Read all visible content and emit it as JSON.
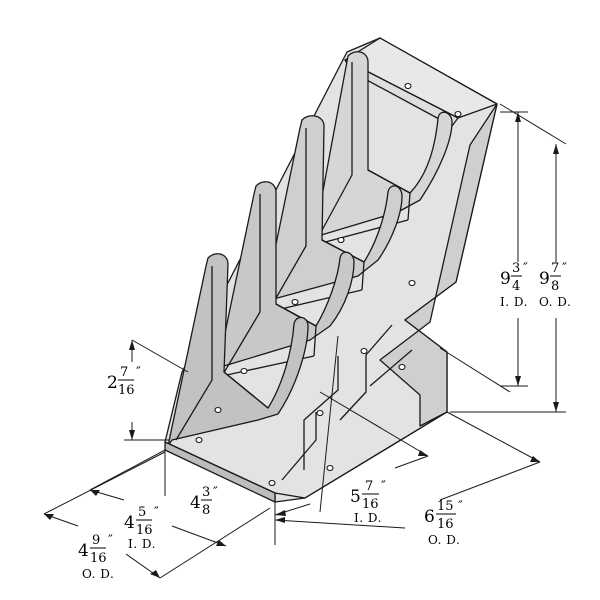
{
  "drawing": {
    "subject": "4-tier brochure holder",
    "colors": {
      "line": "#1a1a1a",
      "panel_fill": "#d9d9d9",
      "panel_fill_dark": "#c4c4c4",
      "background": "#ffffff"
    }
  },
  "dimensions": {
    "height_id": {
      "whole": "9",
      "num": "3",
      "den": "4",
      "unit": "″",
      "label": "I. D."
    },
    "height_od": {
      "whole": "9",
      "num": "7",
      "den": "8",
      "unit": "″",
      "label": "O. D."
    },
    "pocket_height": {
      "whole": "2",
      "num": "7",
      "den": "16",
      "unit": "″"
    },
    "pocket_width": {
      "whole": "4",
      "num": "3",
      "den": "8",
      "unit": "″"
    },
    "width_id": {
      "whole": "4",
      "num": "5",
      "den": "16",
      "unit": "″",
      "label": "I. D."
    },
    "width_od": {
      "whole": "4",
      "num": "9",
      "den": "16",
      "unit": "″",
      "label": "O. D."
    },
    "depth_id": {
      "whole": "5",
      "num": "7",
      "den": "16",
      "unit": "″",
      "label": "I. D."
    },
    "depth_od": {
      "whole": "6",
      "num": "15",
      "den": "16",
      "unit": "″",
      "label": "O. D."
    }
  }
}
